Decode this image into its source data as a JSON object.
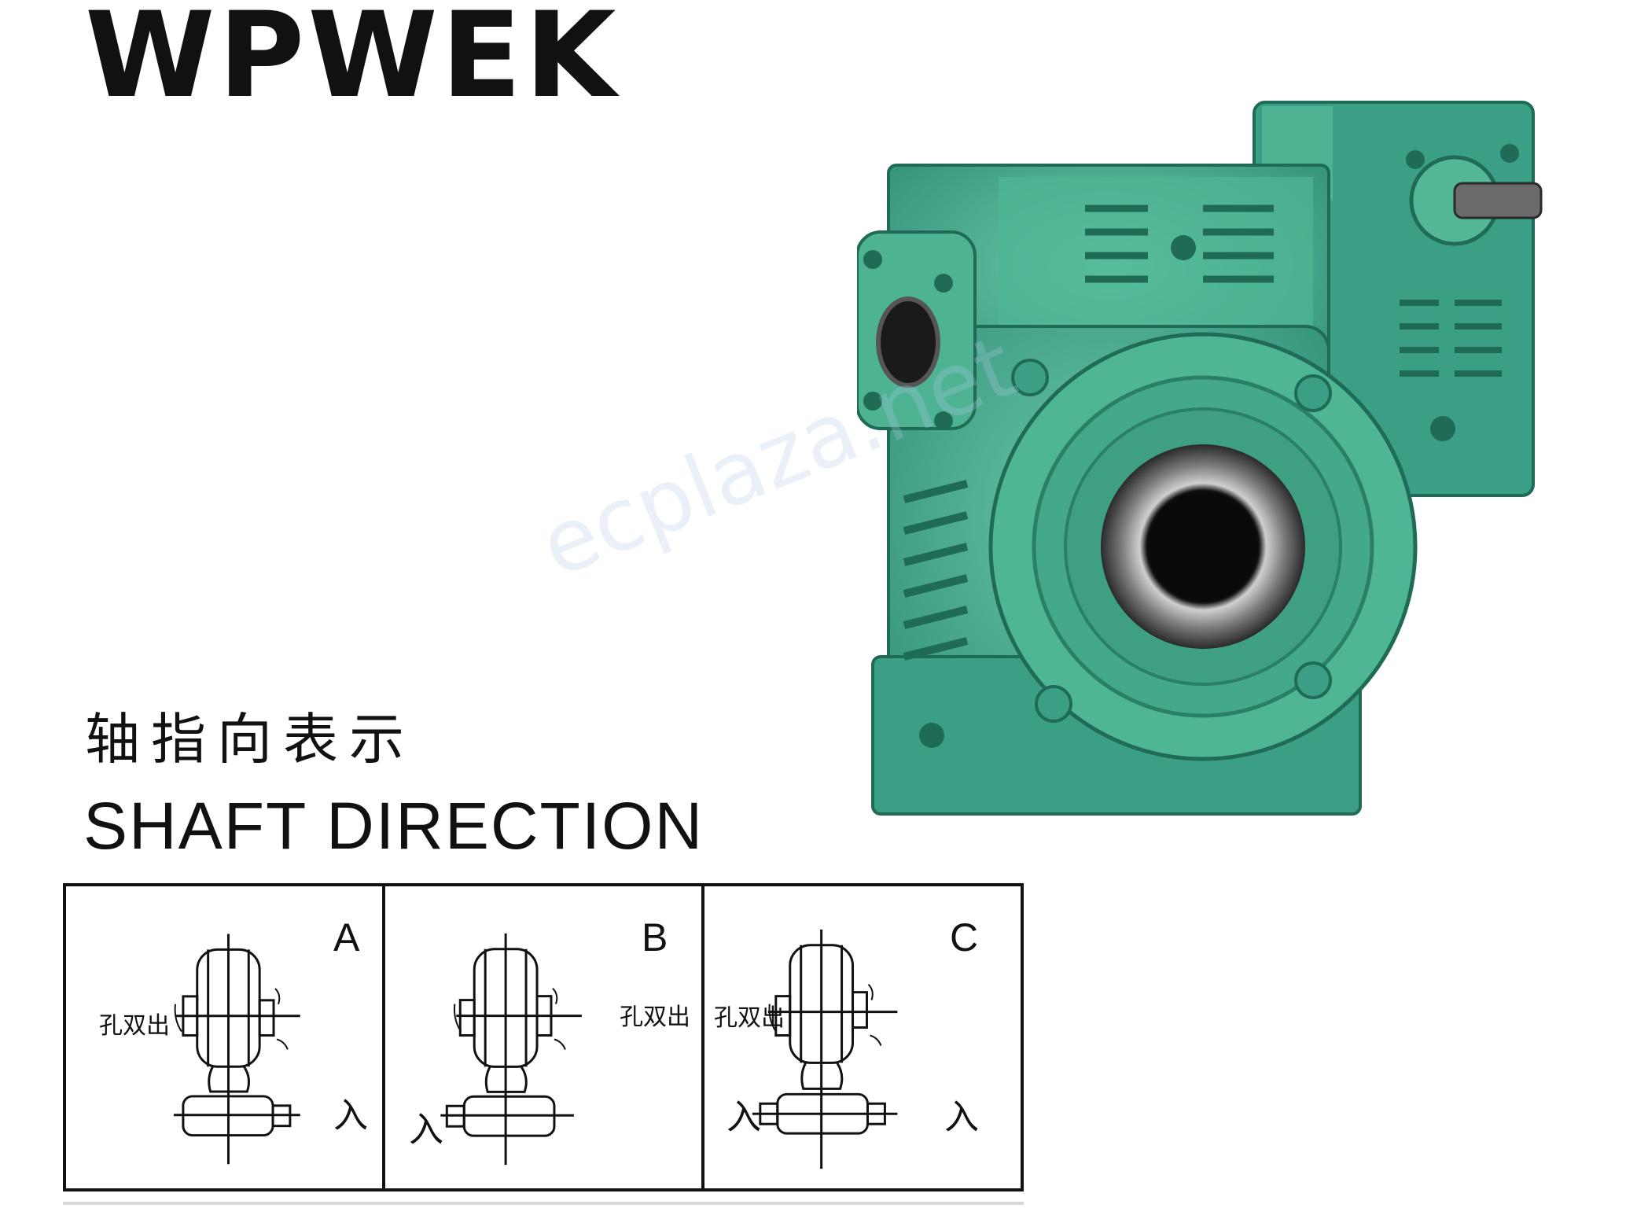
{
  "title": "WPWEK",
  "heading_cn": "轴指向表示",
  "heading_en": "SHAFT DIRECTION",
  "watermark": "ecplaza.net",
  "panels": [
    {
      "letter": "A",
      "output_label": "孔双出",
      "input_label": "入"
    },
    {
      "letter": "B",
      "output_label": "孔双出",
      "input_label": "入"
    },
    {
      "letter": "C",
      "output_label": "孔双出",
      "input_label_left": "入",
      "input_label_right": "入"
    }
  ],
  "colors": {
    "gearbox": "#3fa98e",
    "gearbox_dark": "#257a63",
    "gearbox_light": "#6cc9ac",
    "text": "#111111"
  }
}
